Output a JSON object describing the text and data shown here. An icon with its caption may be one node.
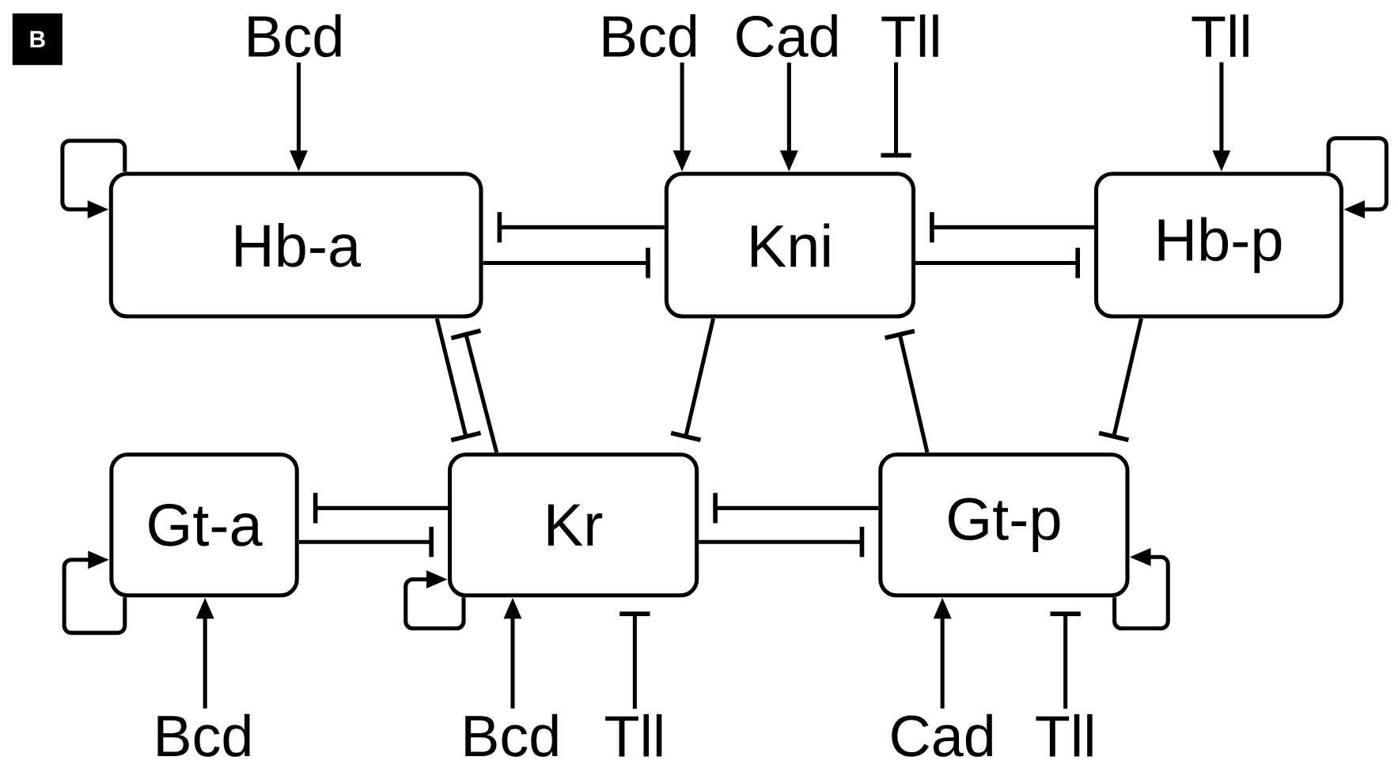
{
  "diagram": {
    "nodes": [
      {
        "text": [
          "Bcd"
        ]
      },
      {
        "text": [
          "Bcd"
        ]
      },
      {
        "text": [
          "Cad"
        ]
      },
      {
        "text": [
          "Tll"
        ]
      },
      {
        "text": [
          "Tll"
        ]
      },
      {
        "text": [
          "Hb-a"
        ]
      },
      {
        "text": [
          "Kni"
        ]
      },
      {
        "text": [
          "Hb-p"
        ]
      },
      {
        "text": [
          "Gt-a"
        ]
      },
      {
        "text": [
          "Kr"
        ]
      },
      {
        "text": [
          "Gt-p"
        ]
      },
      {
        "text": [
          "Bcd"
        ]
      },
      {
        "text": [
          "Bcd"
        ]
      },
      {
        "text": [
          "Tll"
        ]
      },
      {
        "text": [
          "Cad"
        ]
      },
      {
        "text": [
          "Tll"
        ]
      }
    ],
    "edges": [
      {
        "from": 0,
        "to": 5,
        "arrow": "to"
      },
      {
        "from": 1,
        "to": 6,
        "arrow": "to"
      },
      {
        "from": 2,
        "to": 6,
        "arrow": "to"
      },
      {
        "from": 3,
        "to": 6,
        "arrow": "other"
      },
      {
        "from": 4,
        "to": 7,
        "arrow": "to"
      },
      {
        "from": 5,
        "to": 5,
        "arrow": "to"
      },
      {
        "from": 7,
        "to": 7,
        "arrow": "to"
      },
      {
        "from": 6,
        "to": 5,
        "arrow": "other"
      },
      {
        "from": 5,
        "to": 6,
        "arrow": "other"
      },
      {
        "from": 7,
        "to": 6,
        "arrow": "other"
      },
      {
        "from": 6,
        "to": 7,
        "arrow": "other"
      },
      {
        "from": 5,
        "to": 9,
        "arrow": "other"
      },
      {
        "from": 9,
        "to": 5,
        "arrow": "other"
      },
      {
        "from": 6,
        "to": 9,
        "arrow": "other"
      },
      {
        "from": 10,
        "to": 6,
        "arrow": "other"
      },
      {
        "from": 7,
        "to": 10,
        "arrow": "other"
      },
      {
        "from": 8,
        "to": 8,
        "arrow": "to"
      },
      {
        "from": 9,
        "to": 8,
        "arrow": "other"
      },
      {
        "from": 8,
        "to": 9,
        "arrow": "other"
      },
      {
        "from": 10,
        "to": 9,
        "arrow": "other"
      },
      {
        "from": 9,
        "to": 10,
        "arrow": "other"
      },
      {
        "from": 9,
        "to": 9,
        "arrow": "to"
      },
      {
        "from": 10,
        "to": 10,
        "arrow": "to"
      },
      {
        "from": 11,
        "to": 8,
        "arrow": "to"
      },
      {
        "from": 12,
        "to": 9,
        "arrow": "to"
      },
      {
        "from": 13,
        "to": 9,
        "arrow": "other"
      },
      {
        "from": 14,
        "to": 10,
        "arrow": "to"
      },
      {
        "from": 15,
        "to": 10,
        "arrow": "other"
      }
    ],
    "labels": [
      "B"
    ]
  }
}
